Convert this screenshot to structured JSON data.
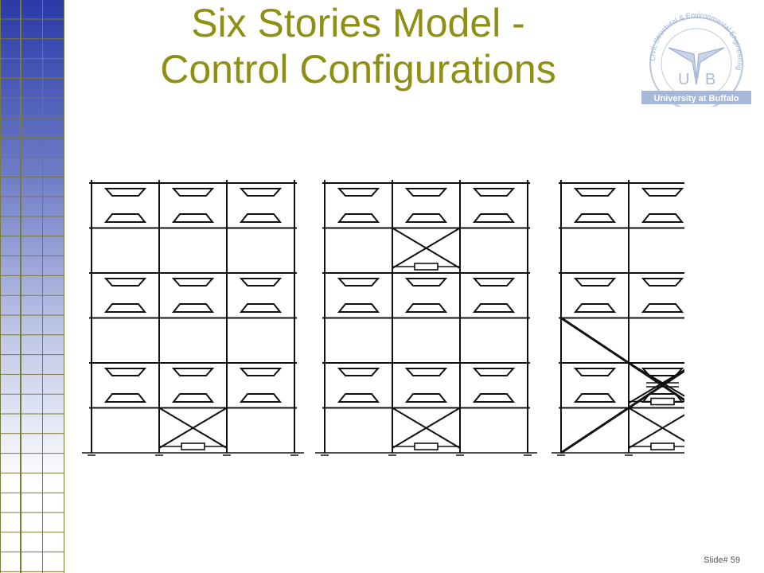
{
  "slide": {
    "title_line1": "Six Stories Model -",
    "title_line2": "Control Configurations",
    "slide_number": "Slide# 59"
  },
  "logo": {
    "initials_left": "U",
    "initials_right": "B",
    "ring_text": "Civil, Structural & Environmental Engineering",
    "banner_text": "University at Buffalo"
  },
  "colors": {
    "title": "#8f8f14",
    "grid_line": "#7a7a3a",
    "gradient_top": "#2a3aa8",
    "logo": "#8fa3c9"
  },
  "frames": [
    {
      "name": "frame-a",
      "bays": 3,
      "stories": 6,
      "damper_stories": [
        1
      ],
      "devices": [
        "top-bottom",
        "none",
        "top-bottom",
        "none",
        "top-bottom",
        "none"
      ],
      "large_x_brace": false
    },
    {
      "name": "frame-b",
      "bays": 3,
      "stories": 6,
      "damper_stories": [
        1,
        5
      ],
      "devices": [
        "top-bottom",
        "none",
        "top-bottom",
        "none",
        "top-bottom",
        "none"
      ],
      "large_x_brace": false
    },
    {
      "name": "frame-c",
      "bays": 3,
      "stories": 6,
      "damper_stories": [
        1,
        2
      ],
      "devices": [
        "top-bottom",
        "none",
        "top-bottom",
        "none",
        "top-bottom",
        "none"
      ],
      "large_x_brace": true
    }
  ]
}
